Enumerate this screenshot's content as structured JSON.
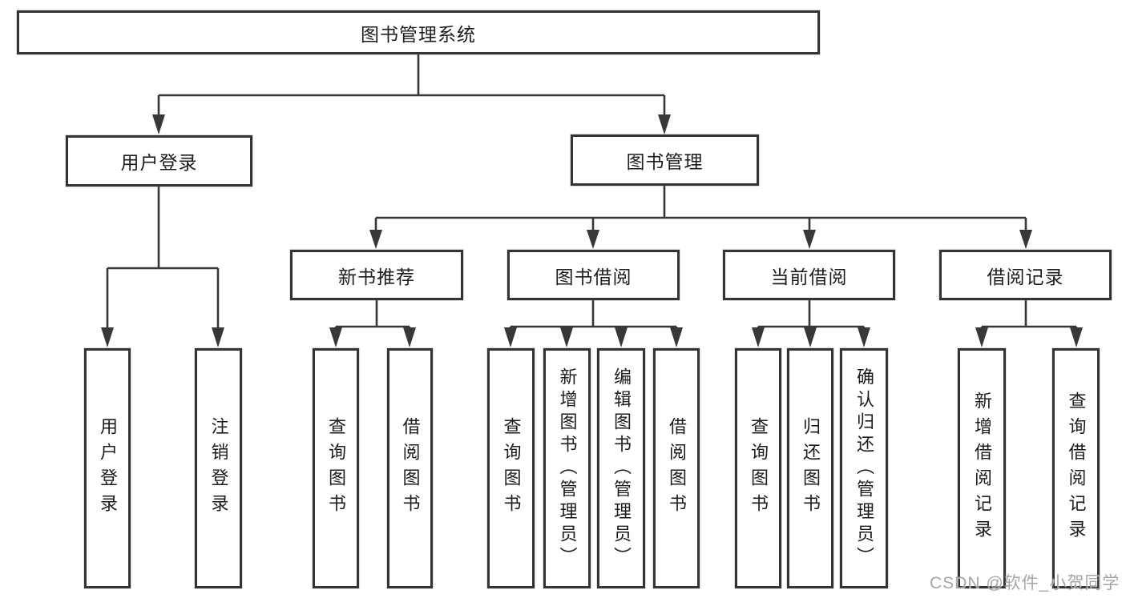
{
  "diagram": {
    "type": "hierarchy-tree",
    "tree": {
      "root": {
        "label": "图书管理系统"
      },
      "level2": [
        {
          "label": "用户登录",
          "children": [
            {
              "label": "用户登录"
            },
            {
              "label": "注销登录"
            }
          ]
        },
        {
          "label": "图书管理",
          "children": [
            {
              "label": "新书推荐",
              "children": [
                {
                  "label": "查询图书"
                },
                {
                  "label": "借阅图书"
                }
              ]
            },
            {
              "label": "图书借阅",
              "children": [
                {
                  "label": "查询图书"
                },
                {
                  "label": "新增图书（管理员）"
                },
                {
                  "label": "编辑图书（管理员）"
                },
                {
                  "label": "借阅图书"
                }
              ]
            },
            {
              "label": "当前借阅",
              "children": [
                {
                  "label": "查询图书"
                },
                {
                  "label": "归还图书"
                },
                {
                  "label": "确认归还（管理员）"
                }
              ]
            },
            {
              "label": "借阅记录",
              "children": [
                {
                  "label": "新增借阅记录"
                },
                {
                  "label": "查询借阅记录"
                }
              ]
            }
          ]
        }
      ]
    },
    "colors": {
      "line": "#383838",
      "box_border": "#343434",
      "box_fill": "#ffffff",
      "text": "#1c1c1c",
      "watermark": "#9e9e9e"
    }
  },
  "watermark": {
    "text": "CSDN @软件_小贺同学"
  }
}
